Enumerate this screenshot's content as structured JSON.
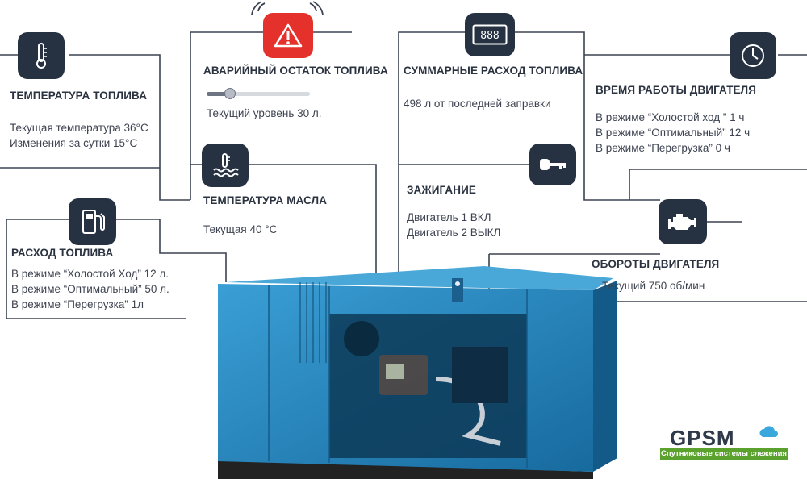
{
  "panels": {
    "fuel_temp": {
      "icon": "thermometer-icon",
      "title": "ТЕМПЕРАТУРА ТОПЛИВА",
      "lines": [
        "Текущая температура 36°С",
        "Изменения за сутки    15°С"
      ]
    },
    "fuel_reserve": {
      "icon": "warning-triangle-icon",
      "title": "АВАРИЙНЫЙ ОСТАТОК ТОПЛИВА",
      "level_fraction": 0.23,
      "level_text": "Текущий уровень  30 л."
    },
    "total_consumption": {
      "icon": "digital-display-icon",
      "display_text": "888",
      "title": "СУММАРНЫЕ РАСХОД ТОПЛИВА",
      "line": "498 л от последней заправки"
    },
    "engine_hours": {
      "icon": "clock-icon",
      "title": "ВРЕМЯ РАБОТЫ ДВИГАТЕЛЯ",
      "lines": [
        "В режиме  “Холостой ход ” 1 ч",
        "В режиме “Оптимальный” 12 ч",
        "В режиме “Перегрузка” 0 ч"
      ]
    },
    "oil_temp": {
      "icon": "oil-temperature-icon",
      "title": "ТЕМПЕРАТУРА МАСЛА",
      "line": "Текущая 40 °С"
    },
    "ignition": {
      "icon": "key-icon",
      "title": "ЗАЖИГАНИЕ",
      "lines": [
        "Двигатель 1 ВКЛ",
        "Двигатель 2 ВЫКЛ"
      ]
    },
    "fuel_consumption": {
      "icon": "fuel-pump-icon",
      "title": "РАСХОД ТОПЛИВА",
      "lines": [
        "В режиме  “Холостой Ход”  12 л.",
        "В режиме “Оптимальный” 50 л.",
        "В режиме  “Перегрузка”  1л"
      ]
    },
    "engine_rpm": {
      "icon": "engine-icon",
      "title": "ОБОРОТЫ ДВИГАТЕЛЯ",
      "line": "Текущий 750 об/мин"
    }
  },
  "logo": {
    "word": "GPSM",
    "tagline": "Спутниковые системы слежения"
  },
  "colors": {
    "icon_bg": "#263242",
    "alarm": "#e4312b",
    "generator": "#1f7fb5",
    "logo_green": "#5aa12d"
  }
}
